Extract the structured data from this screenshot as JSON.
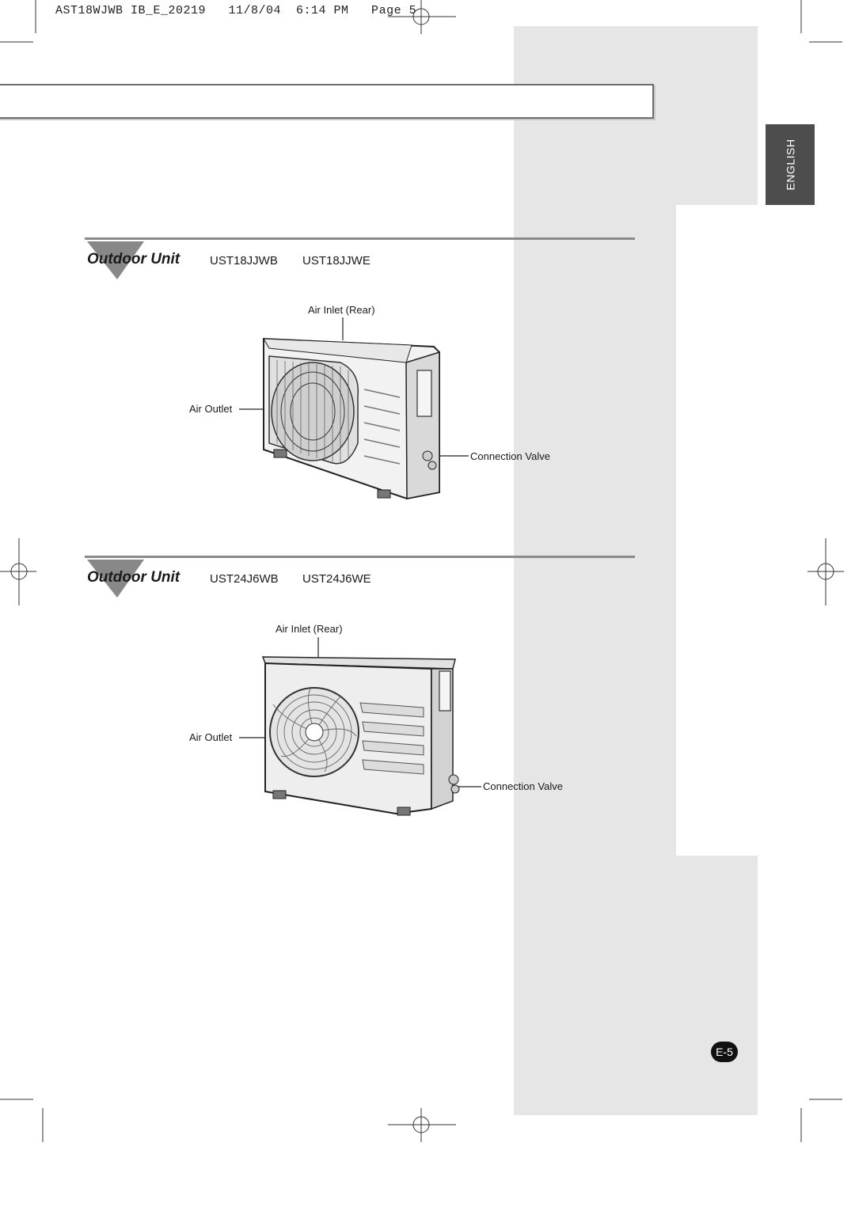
{
  "header": {
    "print_slug": "AST18WJWB IB_E_20219   11/8/04  6:14 PM   Page 5"
  },
  "language_tab": {
    "label": "ENGLISH"
  },
  "sections": [
    {
      "heading": "Outdoor Unit",
      "models": [
        "UST18JJWB",
        "UST18JJWE"
      ],
      "callouts": {
        "air_inlet": "Air Inlet (Rear)",
        "air_outlet": "Air Outlet",
        "connection_valve": "Connection Valve"
      }
    },
    {
      "heading": "Outdoor Unit",
      "models": [
        "UST24J6WB",
        "UST24J6WE"
      ],
      "callouts": {
        "air_inlet": "Air Inlet (Rear)",
        "air_outlet": "Air Outlet",
        "connection_valve": "Connection Valve"
      }
    }
  ],
  "footer": {
    "page_number": "E-5"
  },
  "colors": {
    "gray_band": "#e6e6e6",
    "tab_background": "#4d4d4d",
    "rule": "#8a8a8a",
    "marker": "#888888"
  },
  "icons": [
    "registration-mark-icon",
    "section-marker-icon"
  ]
}
